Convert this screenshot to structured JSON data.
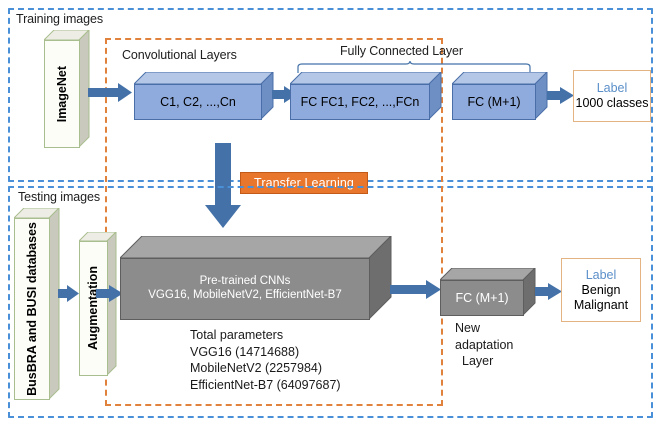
{
  "diagram": {
    "title": "Transfer learning pipeline for breast ultrasound classification",
    "colors": {
      "region_training_border": "#4A90D9",
      "region_testing_border": "#4A90D9",
      "region_model_border": "#E0823C",
      "blue_box": "#8FAADC",
      "gray_box": "#8C8C8C",
      "white_box": "#FDFDF8",
      "arrow_blue": "#4472A8",
      "transfer_badge": "#E8762C",
      "label_title": "#5B8FC9"
    }
  },
  "top": {
    "region_label": "Training images",
    "model_region_label": "Convolutional Layers",
    "fc_group_label": "Fully Connected Layer",
    "dataset_box": "ImageNet",
    "conv_box": "C1, C2, ...,Cn",
    "fc_box": "FC FC1, FC2, ...,FCn",
    "fc_final_box": "FC (M+1)",
    "output": {
      "title": "Label",
      "value": "1000 classes"
    }
  },
  "transfer": {
    "badge": "Transfer Learning"
  },
  "bottom": {
    "region_label": "Testing images",
    "dataset_box": "BusBRA and BUSI databases",
    "augmentation_box": "Augmentation",
    "cnn_box": {
      "line1": "Pre-trained CNNs",
      "line2": "VGG16, MobileNetV2, EfficientNet-B7"
    },
    "params": {
      "heading": "Total parameters",
      "rows": [
        "VGG16 (14714688)",
        "MobileNetV2 (2257984)",
        "EfficientNet-B7 (64097687)"
      ]
    },
    "fc_final_box": "FC (M+1)",
    "fc_caption": {
      "line1": "New",
      "line2": "adaptation",
      "line3": "Layer"
    },
    "output": {
      "title": "Label",
      "value1": "Benign",
      "value2": "Malignant"
    }
  }
}
